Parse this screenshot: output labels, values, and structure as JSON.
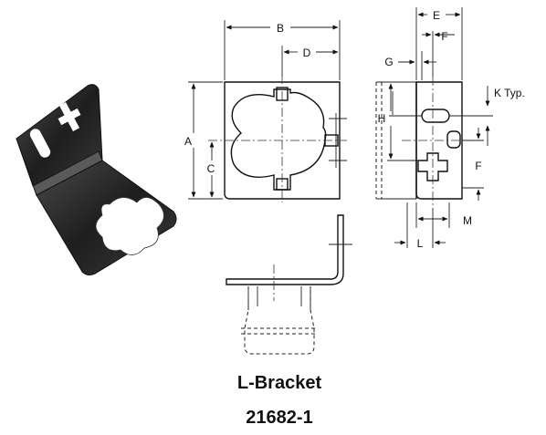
{
  "labels": {
    "A": "A",
    "B": "B",
    "C": "C",
    "D": "D",
    "E": "E",
    "F_top": "F",
    "F_side": "F",
    "G": "G",
    "H": "H",
    "K": "K Typ.",
    "L": "L",
    "M": "M"
  },
  "caption": {
    "title": "L-Bracket",
    "part_number": "21682-1"
  }
}
